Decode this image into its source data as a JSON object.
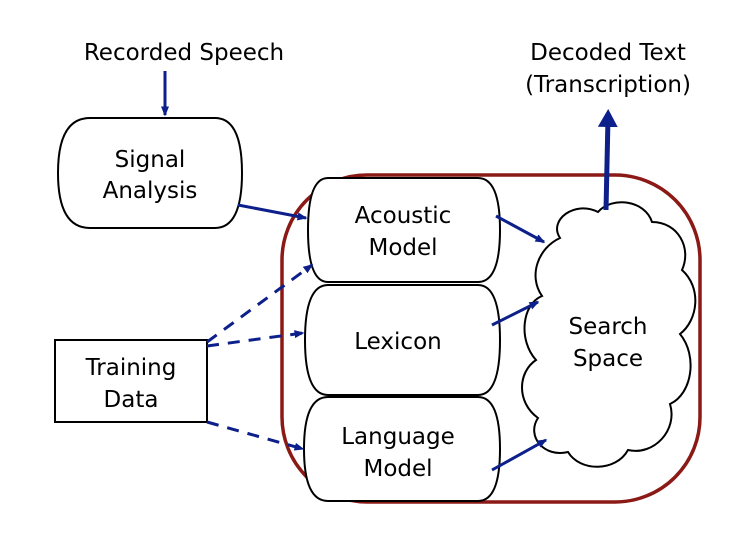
{
  "colors": {
    "arrow": "#0c1f8a",
    "container": "#8b1a16",
    "node_fill": "#ffffff",
    "node_stroke": "#000000"
  },
  "labels": {
    "recorded_speech": "Recorded Speech",
    "decoded_text_line1": "Decoded Text",
    "decoded_text_line2": "(Transcription)",
    "signal_analysis_line1": "Signal",
    "signal_analysis_line2": "Analysis",
    "training_data_line1": "Training",
    "training_data_line2": "Data",
    "acoustic_model_line1": "Acoustic",
    "acoustic_model_line2": "Model",
    "lexicon": "Lexicon",
    "language_model_line1": "Language",
    "language_model_line2": "Model",
    "search_space_line1": "Search",
    "search_space_line2": "Space"
  }
}
